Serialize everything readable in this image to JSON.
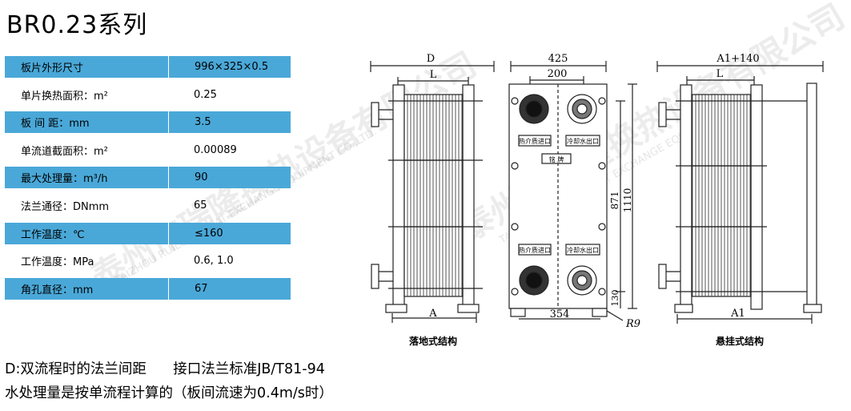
{
  "title": "BR0.23系列",
  "specs": [
    {
      "label": "板片外形尺寸",
      "value": "996×325×0.5"
    },
    {
      "label": "单片换热面积：m²",
      "value": "0.25"
    },
    {
      "label": "板 间 距：mm",
      "value": "3.5"
    },
    {
      "label": "单流道截面积：m²",
      "value": "0.00089"
    },
    {
      "label": "最大处理量：m³/h",
      "value": "90"
    },
    {
      "label": "法兰通径：DNmm",
      "value": "65"
    },
    {
      "label": "工作温度：℃",
      "value": "≤160"
    },
    {
      "label": "工作温度：MPa",
      "value": "0.6, 1.0"
    },
    {
      "label": "角孔直径：mm",
      "value": "67"
    }
  ],
  "notes": {
    "line1": "D:双流程时的法兰间距      接口法兰标准JB/T81-94",
    "line2": "水处理量是按单流程计算的（板间流速为0.4m/s时）"
  },
  "drawing": {
    "left": {
      "dim_top": "D",
      "dim_inner": "L",
      "dim_bottom": "A",
      "caption": "落地式结构"
    },
    "middle": {
      "dim_top": "425",
      "dim_inner": "200",
      "dim_bottom": "354",
      "dim_side_inner": "871",
      "dim_side_outer": "1110",
      "dim_low": "130",
      "radius": "R9",
      "label_hot_in": "热介质进口",
      "label_cool_out": "冷却水出口",
      "nameplate": "铭  牌"
    },
    "right": {
      "dim_top": "A1+140",
      "dim_inner": "L",
      "dim_bottom": "A1",
      "caption": "悬挂式结构"
    }
  },
  "watermarks": {
    "company_cn": "泰州市瑞隆换热设备有限公司",
    "company_en": "TAIZHOU RUILONG HEAT EXCHANGE EQUIPMENT CO.,LTD."
  }
}
